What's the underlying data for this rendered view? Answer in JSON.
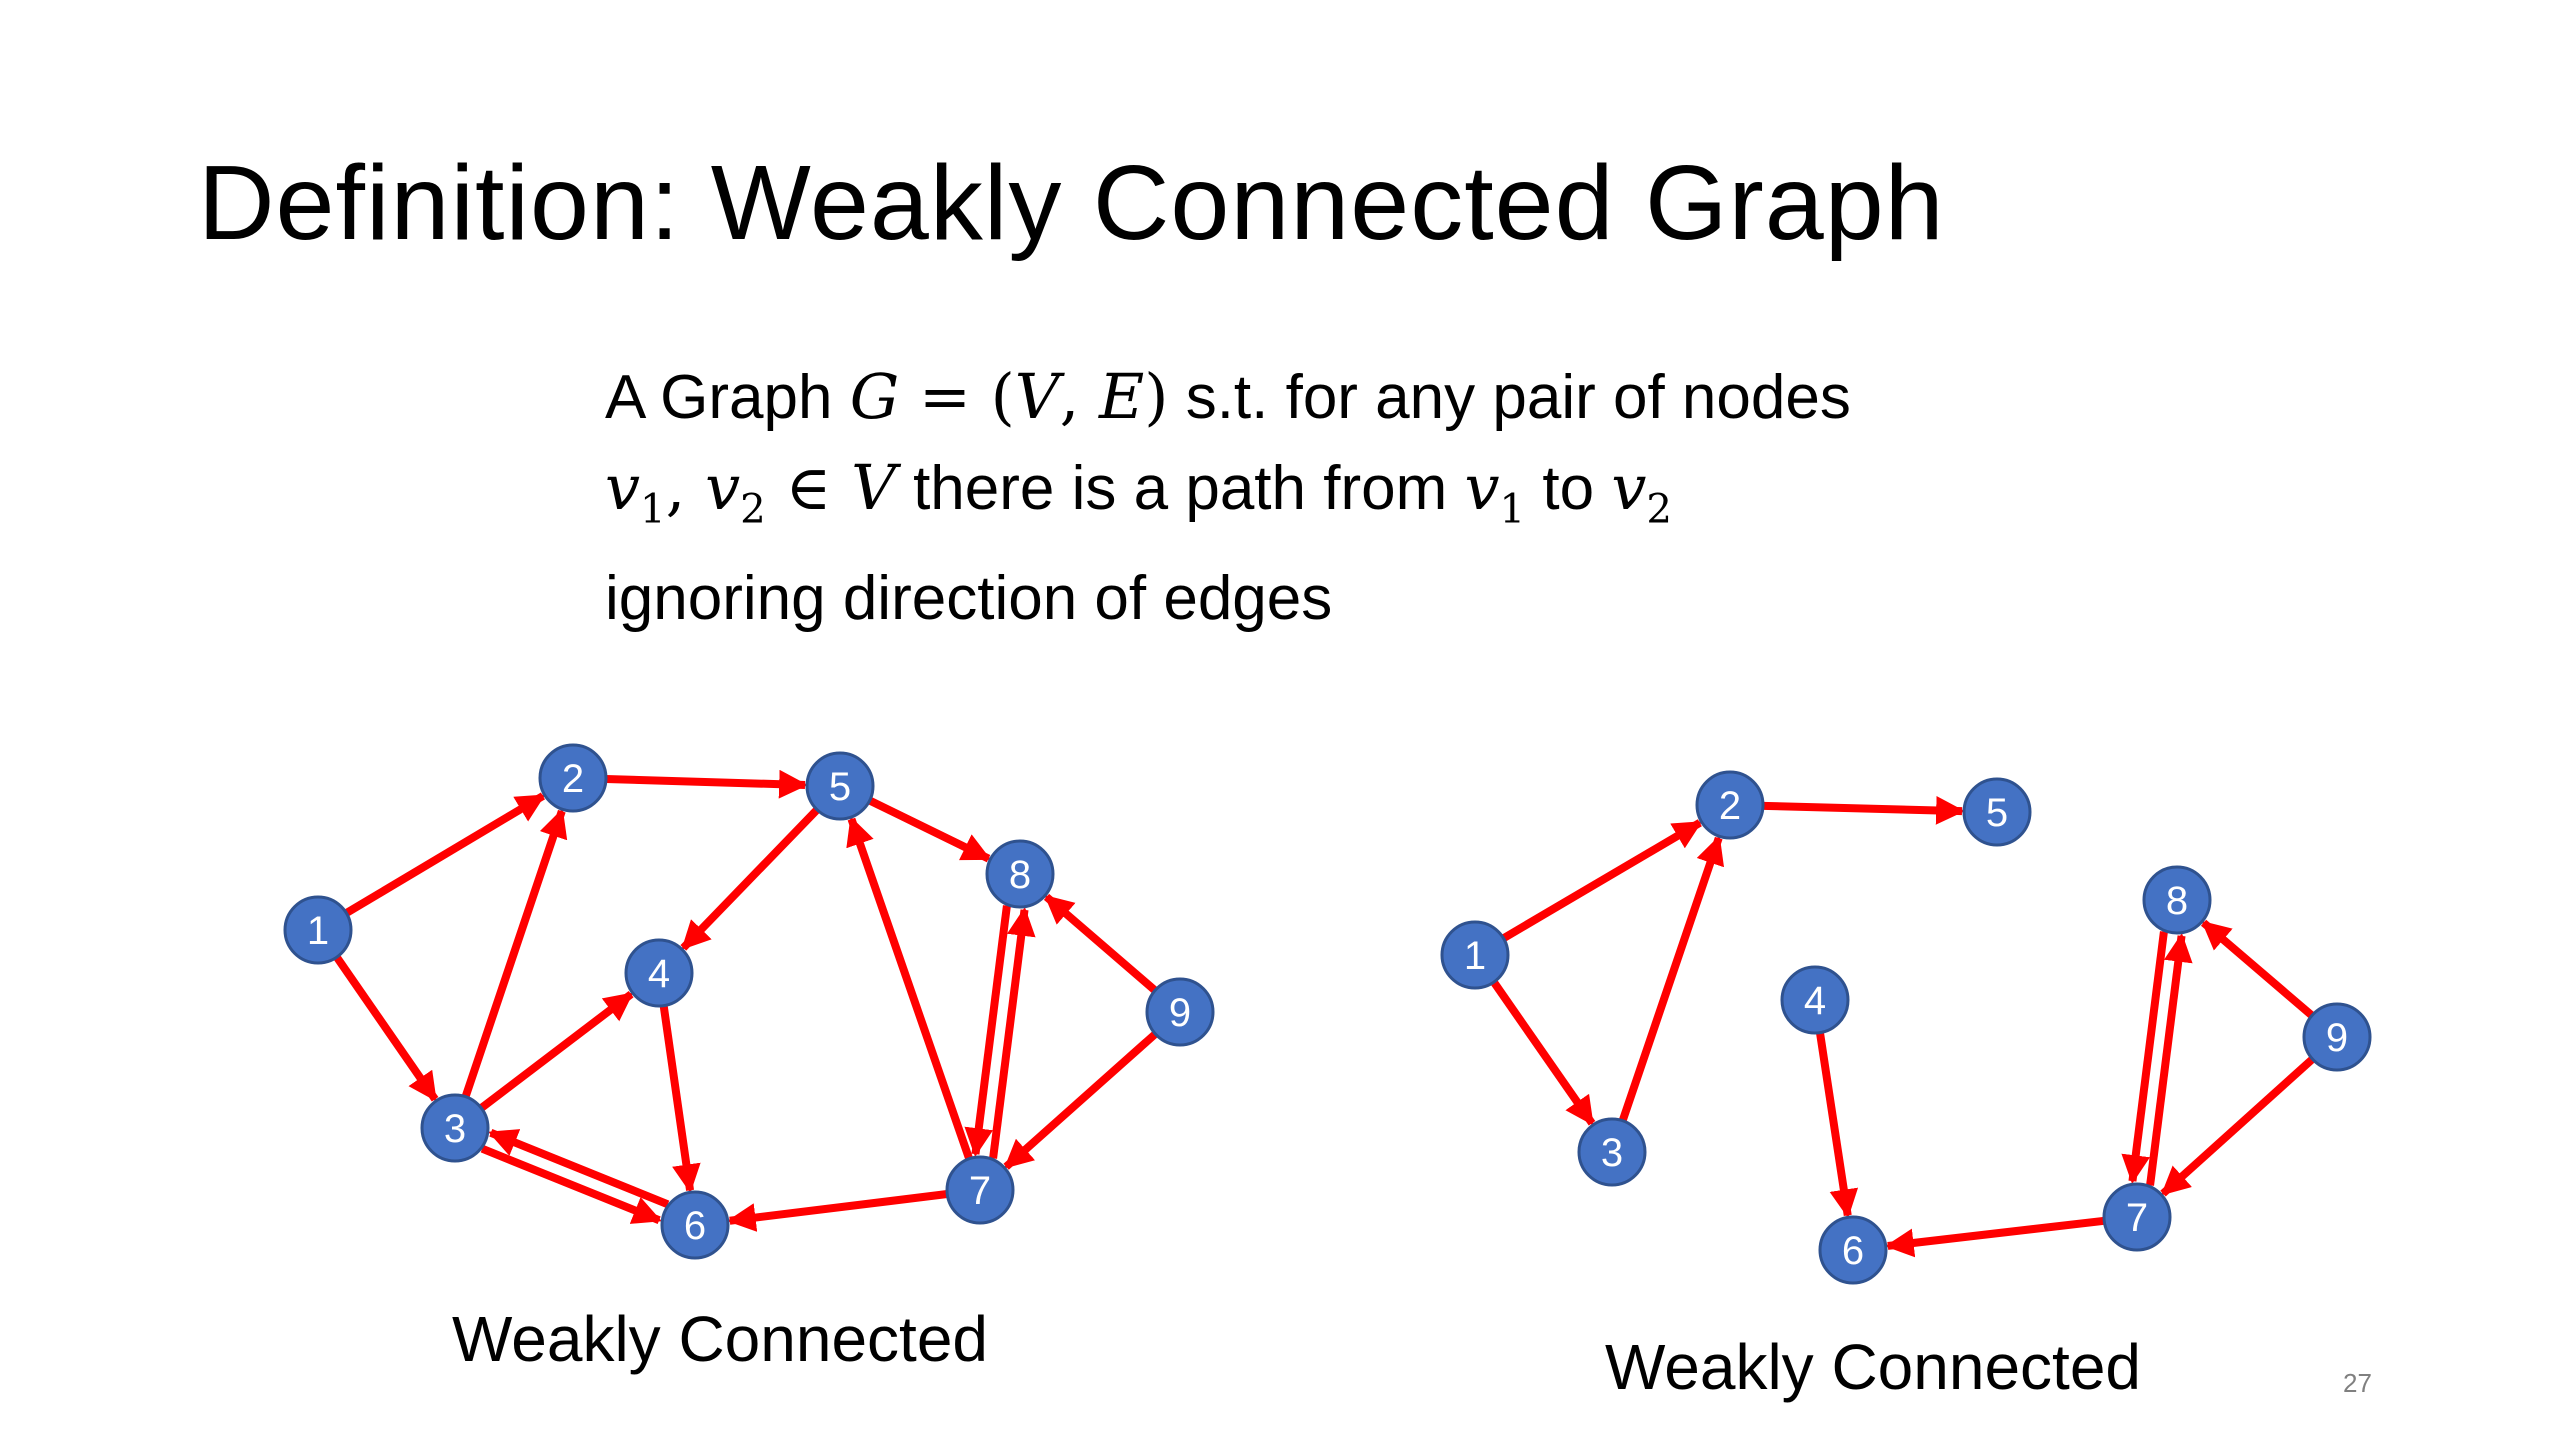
{
  "slide": {
    "title": "Definition: Weakly Connected Graph",
    "page_number": "27"
  },
  "definition": {
    "line1_a": "A Graph ",
    "line1_G": "G",
    "line1_eq": " = (",
    "line1_V": "V",
    "line1_comma": ", ",
    "line1_E": "E",
    "line1_close": ")",
    "line1_b": " s.t. for any pair of nodes",
    "line2_v": "v",
    "line2_sub1": "1",
    "line2_sep": ", ",
    "line2_v2": "v",
    "line2_sub2": "2",
    "line2_in": " ∈ ",
    "line2_V": "V",
    "line2_text": " there is a path from ",
    "line2_v3": "v",
    "line2_sub3": "1",
    "line2_to": " to ",
    "line2_v4": "v",
    "line2_sub4": "2",
    "line3": "ignoring direction of edges"
  },
  "colors": {
    "node_fill": "#4472C4",
    "node_stroke": "#2F528F",
    "edge": "#FF0000"
  },
  "graphs": [
    {
      "caption": "Weakly Connected",
      "nodes": [
        "1",
        "2",
        "3",
        "4",
        "5",
        "6",
        "7",
        "8",
        "9"
      ],
      "edges": [
        [
          "1",
          "2"
        ],
        [
          "1",
          "3"
        ],
        [
          "3",
          "2"
        ],
        [
          "2",
          "5"
        ],
        [
          "5",
          "4"
        ],
        [
          "3",
          "4"
        ],
        [
          "4",
          "6"
        ],
        [
          "3",
          "6"
        ],
        [
          "6",
          "3"
        ],
        [
          "5",
          "8"
        ],
        [
          "7",
          "5"
        ],
        [
          "7",
          "6"
        ],
        [
          "8",
          "7"
        ],
        [
          "7",
          "8"
        ],
        [
          "9",
          "8"
        ],
        [
          "9",
          "7"
        ]
      ]
    },
    {
      "caption": "Weakly Connected",
      "nodes": [
        "1",
        "2",
        "3",
        "4",
        "5",
        "6",
        "7",
        "8",
        "9"
      ],
      "edges": [
        [
          "1",
          "2"
        ],
        [
          "1",
          "3"
        ],
        [
          "3",
          "2"
        ],
        [
          "2",
          "5"
        ],
        [
          "4",
          "6"
        ],
        [
          "7",
          "6"
        ],
        [
          "8",
          "7"
        ],
        [
          "7",
          "8"
        ],
        [
          "9",
          "8"
        ],
        [
          "9",
          "7"
        ]
      ]
    }
  ]
}
